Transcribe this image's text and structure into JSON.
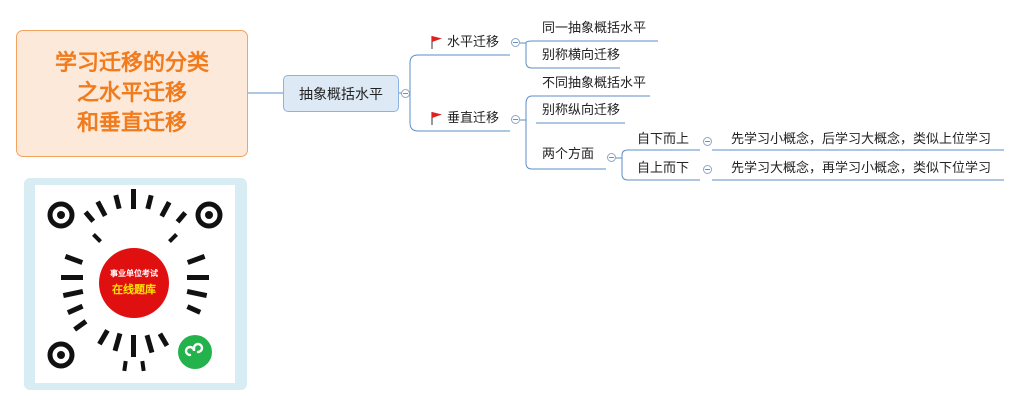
{
  "root": {
    "lines": [
      "学习迁移的分类",
      "之水平迁移",
      "和垂直迁移"
    ]
  },
  "main_topic": {
    "label": "抽象概括水平"
  },
  "branches": {
    "horizontal": {
      "label": "水平迁移",
      "children": [
        "同一抽象概括水平",
        "别称横向迁移"
      ]
    },
    "vertical": {
      "label": "垂直迁移",
      "children": [
        "不同抽象概括水平",
        "别称纵向迁移",
        "两个方面"
      ],
      "aspects": [
        {
          "label": "自下而上",
          "detail": "先学习小概念，后学习大概念，类似上位学习"
        },
        {
          "label": "自上而下",
          "detail": "先学习大概念，再学习小概念，类似下位学习"
        }
      ]
    }
  },
  "qr": {
    "line1": "事业单位考试",
    "line2": "在线题库"
  },
  "colors": {
    "root_text": "#f07c1e",
    "root_fill": "#fde9d9",
    "main_fill": "#dde9f5",
    "line": "#5b8fc7",
    "flag": "#e02020",
    "qr_center": "#e01010",
    "mini_logo": "#23b24b"
  }
}
